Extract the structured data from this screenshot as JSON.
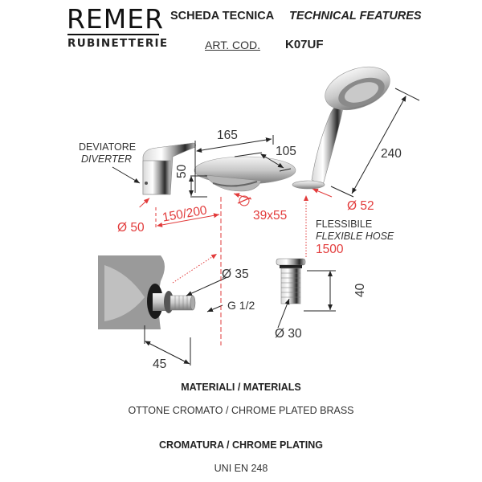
{
  "header": {
    "brand": "REMER",
    "brand_sub": "RUBINETTERIE",
    "title_it": "SCHEDA TECNICA",
    "title_en": "TECHNICAL FEATURES",
    "art_cod_label": "ART. COD.",
    "art_code": "K07UF"
  },
  "diagram": {
    "diverter_label_it": "DEVIATORE",
    "diverter_label_en": "DIVERTER",
    "dim_width_spout": "165",
    "dim_depth_spout": "105",
    "dim_height_spout": "50",
    "dim_spacing": "150/200",
    "dim_diverter_dia": "Ø 50",
    "dim_hole": "Ø",
    "dim_hole_size": "39x55",
    "dim_shower_length": "240",
    "dim_shower_base": "Ø 52",
    "hose_label_it": "FLESSIBILE",
    "hose_label_en": "FLEXIBLE HOSE",
    "hose_length": "1500",
    "dim_flange": "Ø 35",
    "dim_thread": "G 1/2",
    "dim_shank": "45",
    "dim_holder_height": "40",
    "dim_holder_dia": "Ø 30"
  },
  "colors": {
    "accent_red": "#e23b3b",
    "text": "#222222"
  },
  "materials": {
    "heading": "MATERIALI / MATERIALS",
    "value": "OTTONE CROMATO / CHROME PLATED BRASS"
  },
  "plating": {
    "heading": "CROMATURA / CHROME PLATING",
    "value": "UNI EN 248"
  }
}
